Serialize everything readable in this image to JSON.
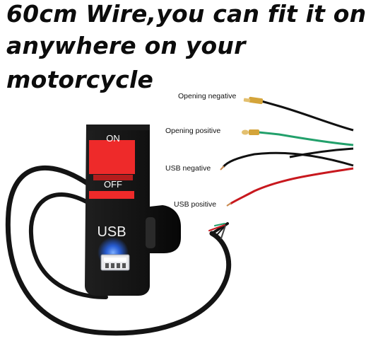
{
  "headline": {
    "line1": "60cm Wire,you can fit it on",
    "line2": "anywhere on your",
    "line3": "motorcycle"
  },
  "switch": {
    "on_label": "ON",
    "off_label": "OFF",
    "usb_label": "USB"
  },
  "wires": [
    {
      "label": "Opening negative",
      "color": "#111111"
    },
    {
      "label": "Opening positive",
      "color": "#22a06b"
    },
    {
      "label": "USB negative",
      "color": "#111111"
    },
    {
      "label": "USB positive",
      "color": "#c8181e"
    }
  ],
  "colors": {
    "switch_body": "#121212",
    "button_red": "#ee2a2a",
    "usb_led": "#2a6cff",
    "text": "#0c0c0c"
  }
}
